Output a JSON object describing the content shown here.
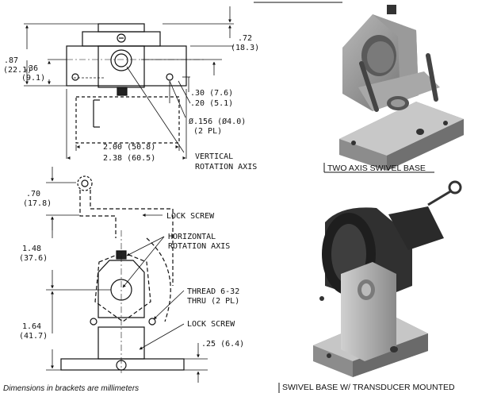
{
  "dimensions": {
    "d072": ".72",
    "d072mm": "(18.3)",
    "d087": ".87",
    "d087mm": "(22.1)",
    "d036": ".36",
    "d036mm": "(9.1)",
    "d030": ".30 (7.6)",
    "d020": ".20 (5.1)",
    "dhole": "Ø.156 (Ø4.0)",
    "dholeqty": "(2 PL)",
    "d200": "2.00 (50.8)",
    "d238": "2.38 (60.5)",
    "d070": ".70",
    "d070mm": "(17.8)",
    "d148": "1.48",
    "d148mm": "(37.6)",
    "d164": "1.64",
    "d164mm": "(41.7)",
    "d025": ".25 (6.4)"
  },
  "callouts": {
    "vertical_axis_1": "VERTICAL",
    "vertical_axis_2": "ROTATION AXIS",
    "lock_screw_top": "LOCK SCREW",
    "horizontal_axis_1": "HORIZONTAL",
    "horizontal_axis_2": "ROTATION AXIS",
    "thread_1": "THREAD 6-32",
    "thread_2": "THRU (2 PL)",
    "lock_screw_bottom": "LOCK SCREW"
  },
  "captions": {
    "two_axis": "TWO AXIS SWIVEL BASE",
    "transducer": "SWIVEL BASE W/ TRANSDUCER MOUNTED"
  },
  "note": "Dimensions in brackets are millimeters"
}
